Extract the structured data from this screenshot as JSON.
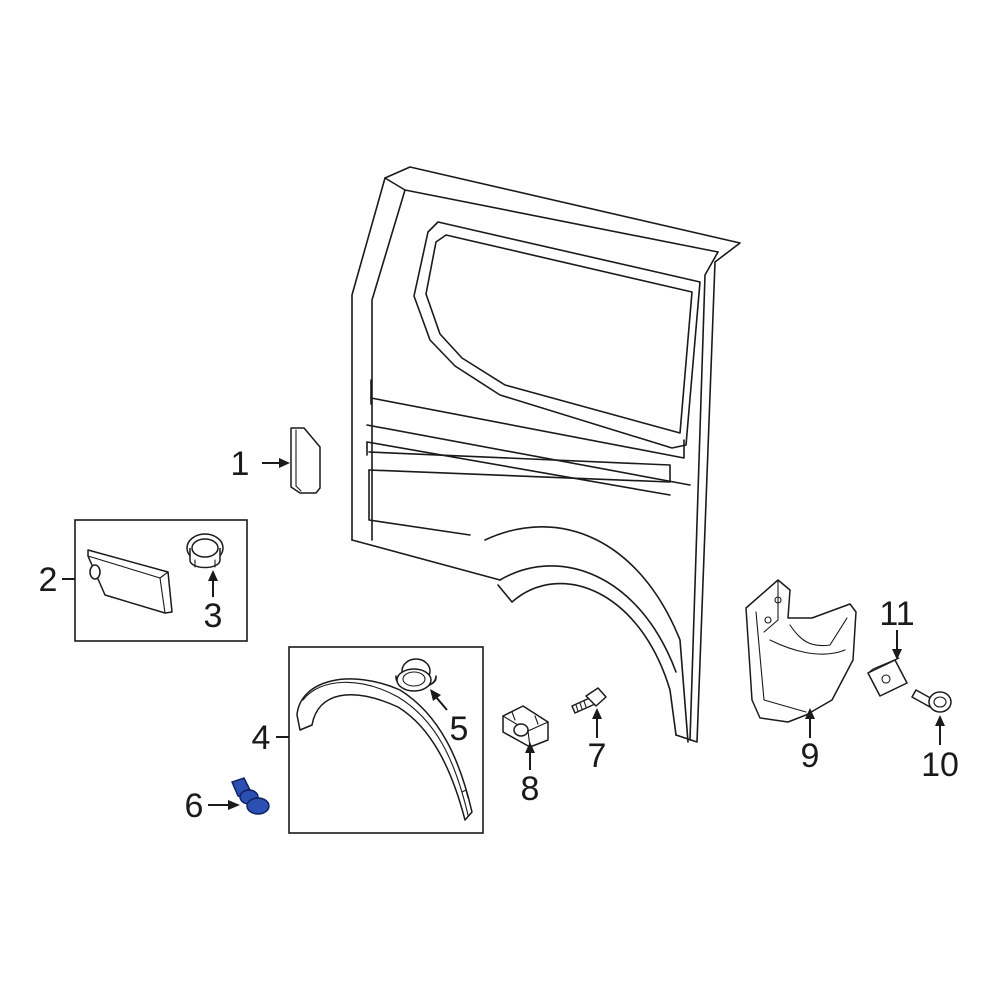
{
  "callouts": [
    {
      "id": "1",
      "text": "1"
    },
    {
      "id": "2",
      "text": "2"
    },
    {
      "id": "3",
      "text": "3"
    },
    {
      "id": "4",
      "text": "4"
    },
    {
      "id": "5",
      "text": "5"
    },
    {
      "id": "6",
      "text": "6"
    },
    {
      "id": "7",
      "text": "7"
    },
    {
      "id": "8",
      "text": "8"
    },
    {
      "id": "9",
      "text": "9"
    },
    {
      "id": "10",
      "text": "10"
    },
    {
      "id": "11",
      "text": "11"
    }
  ],
  "colors": {
    "line": "#1a1a1a",
    "highlight_fill": "#2b4fb3",
    "highlight_stroke": "#0d1f5c",
    "background": "#ffffff"
  },
  "highlighted_part": "6"
}
